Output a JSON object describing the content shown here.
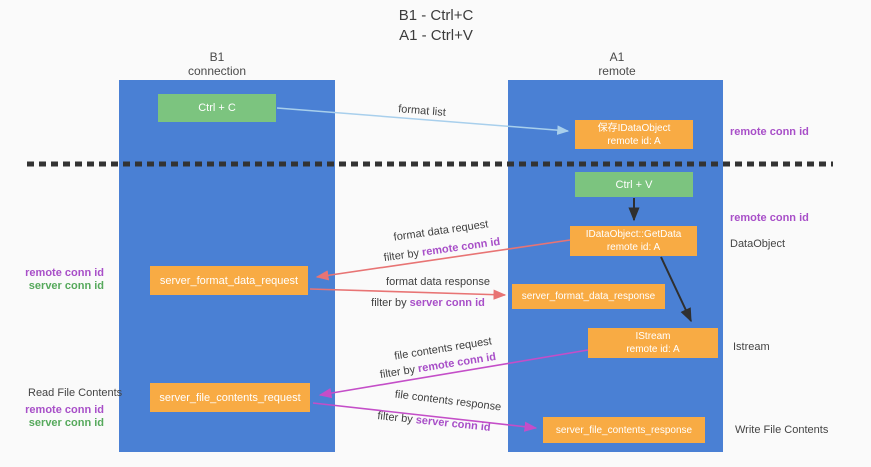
{
  "title": {
    "line1": "B1 - Ctrl+C",
    "line2": "A1 - Ctrl+V"
  },
  "columns": {
    "left": {
      "name": "B1",
      "sub": "connection"
    },
    "right": {
      "name": "A1",
      "sub": "remote"
    }
  },
  "boxes": {
    "ctrl_c": {
      "label": "Ctrl + C"
    },
    "ctrl_v": {
      "label": "Ctrl + V"
    },
    "store_dataobject": {
      "line1": "保存IDataObject",
      "line2": "remote id: A"
    },
    "getdata": {
      "line1": "IDataObject::GetData",
      "line2": "remote id: A"
    },
    "istream": {
      "line1": "IStream",
      "line2": "remote id: A"
    },
    "server_format_data_request": {
      "label": "server_format_data_request"
    },
    "server_format_data_response": {
      "label": "server_format_data_response"
    },
    "server_file_contents_request": {
      "label": "server_file_contents_request"
    },
    "server_file_contents_response": {
      "label": "server_file_contents_response"
    }
  },
  "side_labels": {
    "remote_conn_id_top_right": "remote conn id",
    "remote_conn_id_mid_right": "remote conn id",
    "dataobject": "DataObject",
    "istream": "Istream",
    "write_file_contents": "Write File Contents",
    "read_file_contents": "Read File Contents",
    "remote_conn_id_mid_left": "remote conn id",
    "server_conn_id_mid_left": "server conn id",
    "remote_conn_id_bot_left": "remote conn id",
    "server_conn_id_bot_left": "server conn id"
  },
  "arrow_labels": {
    "format_list": "format list",
    "format_data_request": "format data request",
    "format_data_response": "format data response",
    "file_contents_request": "file contents request",
    "file_contents_response": "file contents response",
    "filter_by": "filter by ",
    "remote_conn_id": "remote conn id",
    "server_conn_id": "server conn id"
  },
  "colors": {
    "page_bg": "#fafafa",
    "column_blue": "#4a80d4",
    "box_orange": "#f8ab44",
    "box_green": "#7cc47f",
    "purple_label": "#a84fc8",
    "green_label": "#56a95c",
    "arrow_red": "#e87474",
    "arrow_magenta": "#c44ec8",
    "arrow_lightblue": "#a8cfec",
    "arrow_black": "#2f2f2f",
    "divider_black": "#333333"
  }
}
